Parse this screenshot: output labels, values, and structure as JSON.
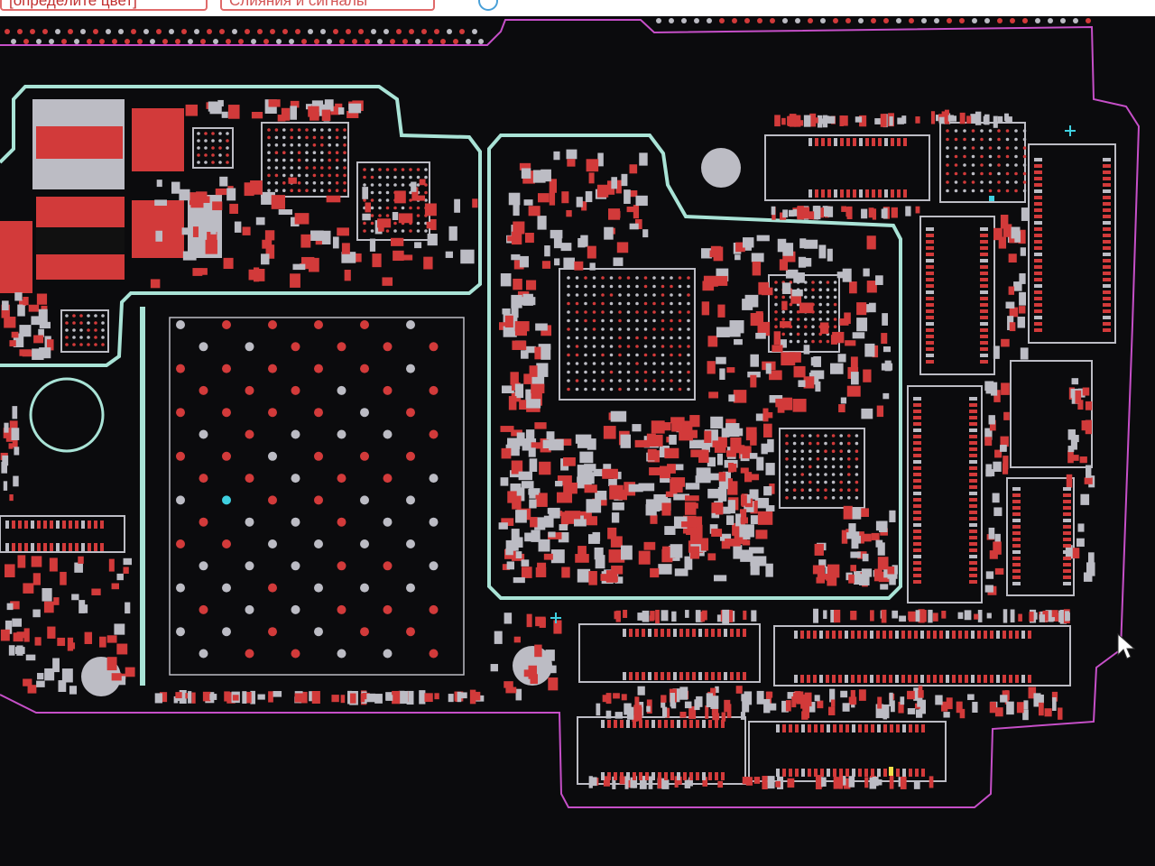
{
  "toolbar": {
    "button1_label": "[определите цвет]",
    "button2_label": "Слияния и сигналы",
    "icon": "globe-icon"
  },
  "board": {
    "view": "pcb-layout-viewer",
    "colors": {
      "background": "#0b0b0d",
      "outline": "#c64fc8",
      "shield": "#a9e3d6",
      "pad_red": "#d23a3a",
      "pad_gray": "#bcbcc4",
      "pad_cyan": "#3fd0e0",
      "pad_yellow": "#f2e14a"
    },
    "marker_icon": "plus-marker-icon",
    "pointer_icon": "mouse-cursor-icon"
  }
}
